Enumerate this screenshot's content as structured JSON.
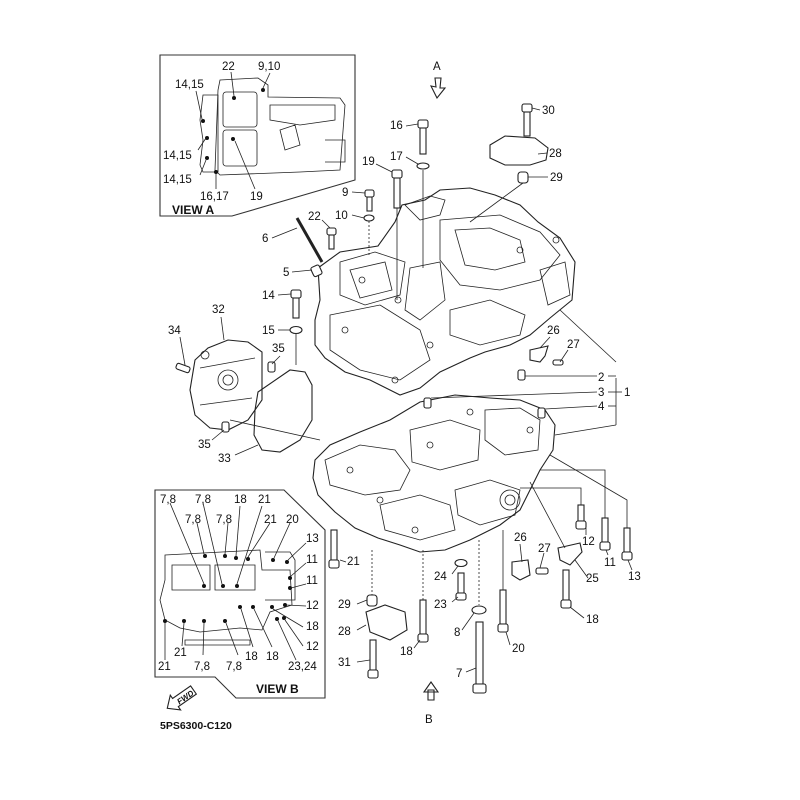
{
  "diagram": {
    "title_code": "5PS6300-C120",
    "subject": "Crankcase exploded parts diagram",
    "view_arrows": {
      "a": "A",
      "b": "B"
    },
    "fwd_label": "FWD",
    "view_a": {
      "title": "VIEW A",
      "callouts": [
        "22",
        "9,10",
        "14,15",
        "14,15",
        "14,15",
        "16,17",
        "19"
      ]
    },
    "view_b": {
      "title": "VIEW B",
      "callouts": [
        "7,8",
        "7,8",
        "7,8",
        "7,8",
        "18",
        "21",
        "21",
        "20",
        "13",
        "11",
        "11",
        "12",
        "18",
        "12",
        "21",
        "21",
        "7,8",
        "7,8",
        "18",
        "18",
        "23,24"
      ]
    },
    "main_callouts": {
      "c1": "1",
      "c2": "2",
      "c3": "3",
      "c4": "4",
      "c5": "5",
      "c6": "6",
      "c7": "7",
      "c8": "8",
      "c9": "9",
      "c10": "10",
      "c11": "11",
      "c12": "12",
      "c13": "13",
      "c14": "14",
      "c15": "15",
      "c16": "16",
      "c17": "17",
      "c18a": "18",
      "c18b": "18",
      "c19": "19",
      "c20": "20",
      "c21": "21",
      "c22": "22",
      "c23": "23",
      "c24": "24",
      "c25": "25",
      "c26a": "26",
      "c26b": "26",
      "c27a": "27",
      "c27b": "27",
      "c28a": "28",
      "c28b": "28",
      "c29a": "29",
      "c29b": "29",
      "c30": "30",
      "c31": "31",
      "c32": "32",
      "c33": "33",
      "c34": "34",
      "c35a": "35",
      "c35b": "35"
    }
  }
}
